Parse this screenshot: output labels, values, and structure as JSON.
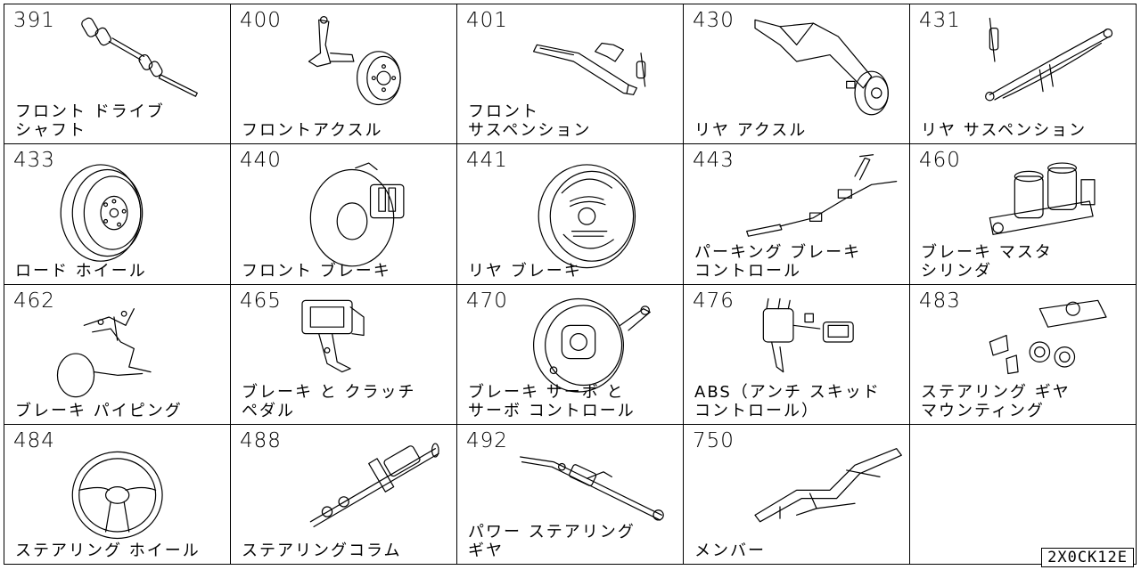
{
  "diagram_code": "2X0CK12E",
  "cells": [
    {
      "number": "391",
      "label": "フロント ドライブ\nシャフト",
      "icon": "drive-shaft-icon"
    },
    {
      "number": "400",
      "label": "フロントアクスル",
      "icon": "front-axle-icon"
    },
    {
      "number": "401",
      "label": "フロント\nサスペンション",
      "icon": "front-suspension-icon"
    },
    {
      "number": "430",
      "label": "リヤ アクスル",
      "icon": "rear-axle-icon"
    },
    {
      "number": "431",
      "label": "リヤ サスペンション",
      "icon": "rear-suspension-icon"
    },
    {
      "number": "433",
      "label": "ロード ホイール",
      "icon": "road-wheel-icon"
    },
    {
      "number": "440",
      "label": "フロント ブレーキ",
      "icon": "front-brake-icon"
    },
    {
      "number": "441",
      "label": "リヤ ブレーキ",
      "icon": "rear-brake-icon"
    },
    {
      "number": "443",
      "label": "パーキング ブレーキ\nコントロール",
      "icon": "parking-brake-icon"
    },
    {
      "number": "460",
      "label": "ブレーキ マスタ\nシリンダ",
      "icon": "master-cylinder-icon"
    },
    {
      "number": "462",
      "label": "ブレーキ パイピング",
      "icon": "brake-piping-icon"
    },
    {
      "number": "465",
      "label": "ブレーキ と クラッチ\nペダル",
      "icon": "pedal-icon"
    },
    {
      "number": "470",
      "label": "ブレーキ サーボ と\nサーボ コントロール",
      "icon": "brake-servo-icon"
    },
    {
      "number": "476",
      "label": "ABS（アンチ スキッド\nコントロール）",
      "icon": "abs-unit-icon"
    },
    {
      "number": "483",
      "label": "ステアリング ギヤ\nマウンティング",
      "icon": "gear-mounting-icon"
    },
    {
      "number": "484",
      "label": "ステアリング ホイール",
      "icon": "steering-wheel-icon"
    },
    {
      "number": "488",
      "label": "ステアリングコラム",
      "icon": "steering-column-icon"
    },
    {
      "number": "492",
      "label": "パワー ステアリング\nギヤ",
      "icon": "power-steering-icon"
    },
    {
      "number": "750",
      "label": "メンバー",
      "icon": "member-frame-icon"
    },
    {
      "number": "",
      "label": "",
      "icon": ""
    }
  ]
}
